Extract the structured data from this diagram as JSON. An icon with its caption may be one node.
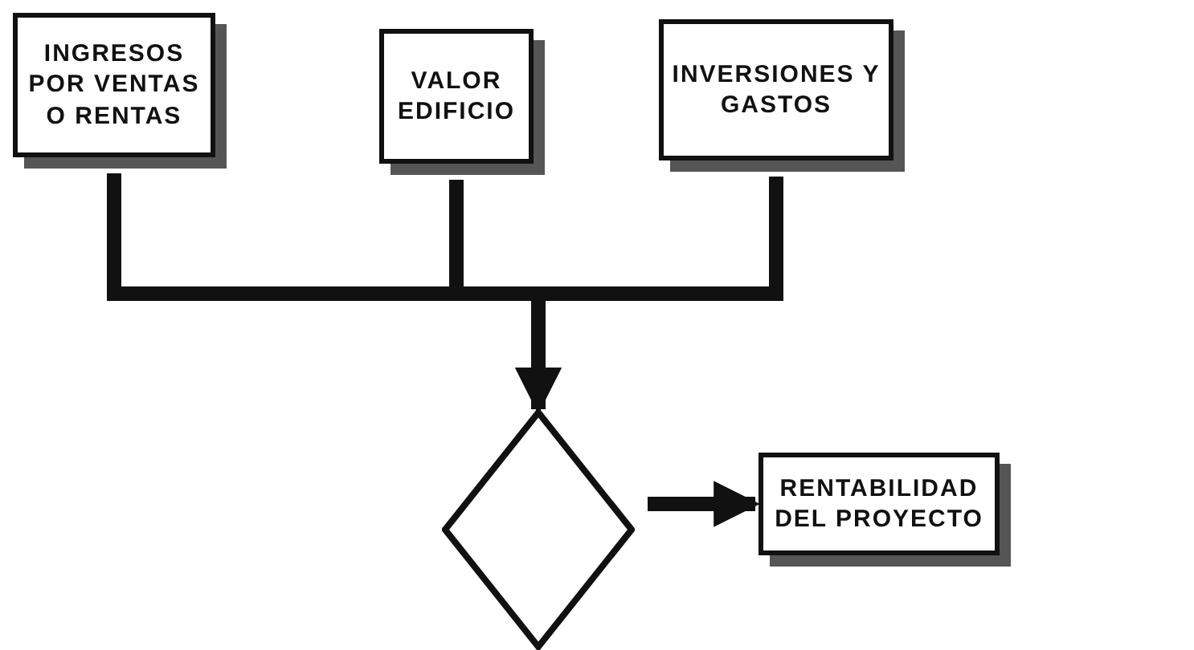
{
  "diagram": {
    "nodes": [
      {
        "text": [
          "INGRESOS POR VENTAS O RENTAS"
        ]
      },
      {
        "text": [
          "VALOR EDIFICIO"
        ]
      },
      {
        "text": [
          "INVERSIONES Y GASTOS"
        ]
      },
      {
        "text": [],
        "shape": "diamond"
      },
      {
        "text": [
          "RENTABILIDAD DEL PROYECTO"
        ]
      }
    ],
    "edges": [
      {
        "from": 0,
        "to": 3,
        "arrow": "to"
      },
      {
        "from": 1,
        "to": 3,
        "arrow": "to"
      },
      {
        "from": 2,
        "to": 3,
        "arrow": "to"
      },
      {
        "from": 3,
        "to": 4,
        "arrow": "to"
      }
    ]
  }
}
